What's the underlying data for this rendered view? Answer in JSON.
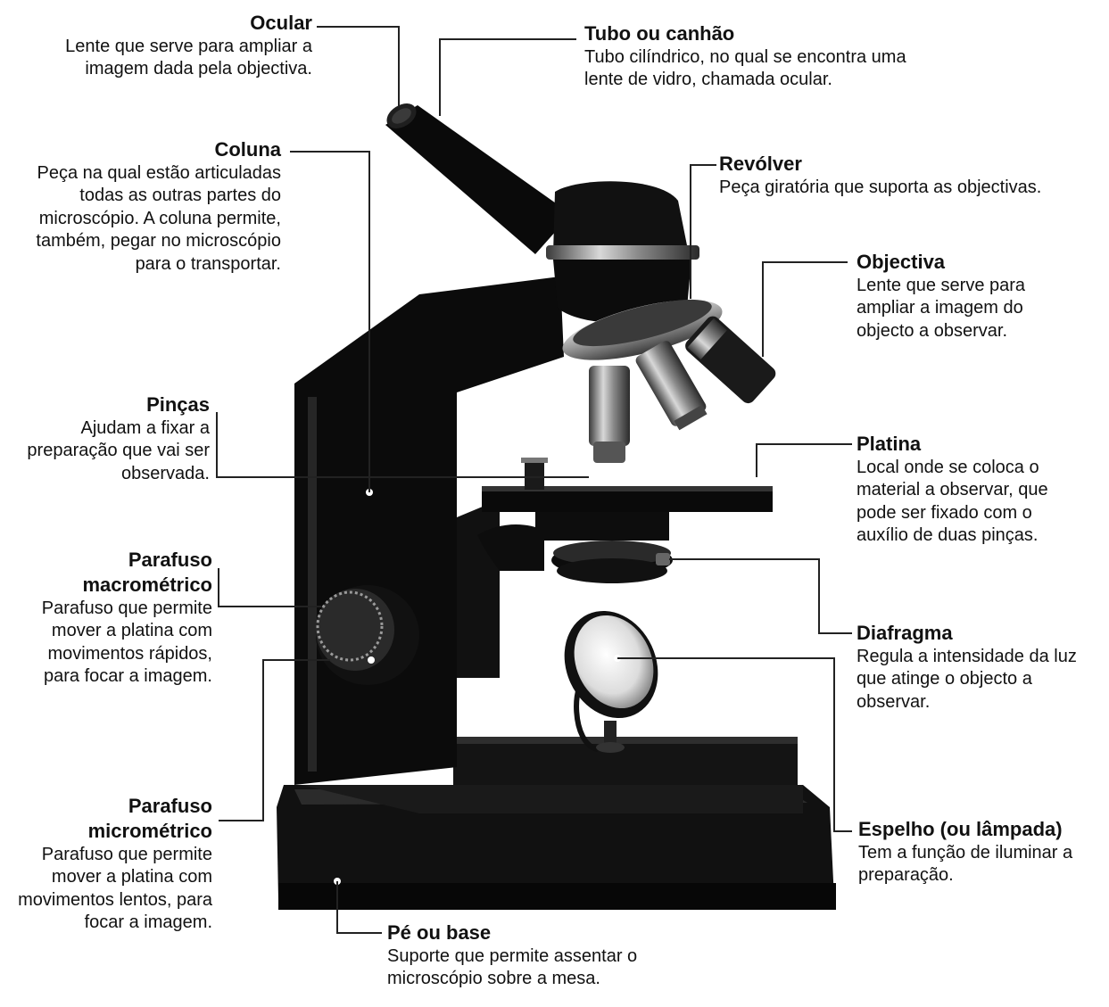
{
  "labels": {
    "ocular": {
      "title": "Ocular",
      "desc": "Lente que serve para ampliar a imagem dada pela objectiva."
    },
    "tubo": {
      "title": "Tubo ou canhão",
      "desc": "Tubo cilíndrico, no qual se encontra uma lente de vidro, chamada ocular."
    },
    "coluna": {
      "title": "Coluna",
      "desc": "Peça na qual estão articuladas todas as outras partes do microscópio. A coluna permite, também, pegar no microscópio para o transportar."
    },
    "revolver": {
      "title": "Revólver",
      "desc": "Peça giratória que suporta as objectivas."
    },
    "objectiva": {
      "title": "Objectiva",
      "desc": "Lente que serve para ampliar a imagem do objecto a observar."
    },
    "pincas": {
      "title": "Pinças",
      "desc": "Ajudam a fixar a preparação que vai ser observada."
    },
    "platina": {
      "title": "Platina",
      "desc": "Local onde se coloca o material a observar, que pode ser fixado com o auxílio de duas pinças."
    },
    "macrometrico": {
      "title": "Parafuso macrométrico",
      "desc": "Parafuso que permite mover a platina com movimentos rápidos, para focar a imagem."
    },
    "diafragma": {
      "title": "Diafragma",
      "desc": "Regula a intensidade da luz que atinge o objecto a observar."
    },
    "micrometrico": {
      "title": "Parafuso micrométrico",
      "desc": "Parafuso que permite mover a platina com movimentos lentos, para focar a imagem."
    },
    "espelho": {
      "title": "Espelho (ou lâmpada)",
      "desc": "Tem a função de iluminar a preparação."
    },
    "pe": {
      "title": "Pé ou base",
      "desc": "Suporte que permite assentar o microscópio sobre a mesa."
    }
  },
  "colors": {
    "body": "#0b0b0b",
    "metal_dark": "#2a2a2a",
    "metal_light": "#9a9a9a",
    "metal_highlight": "#e6e6e6",
    "leader_line": "#222222"
  }
}
